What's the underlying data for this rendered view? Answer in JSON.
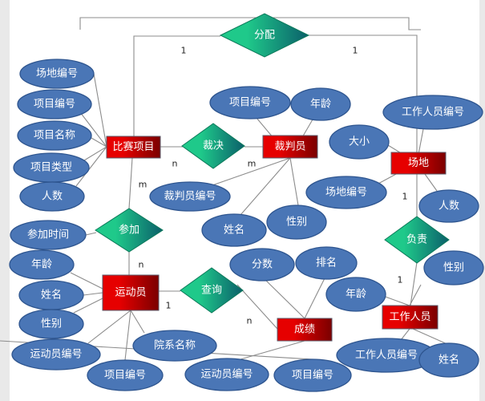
{
  "entities": {
    "event": "比赛项目",
    "referee": "裁判员",
    "venue": "场地",
    "athlete": "运动员",
    "score": "成绩",
    "staff": "工作人员"
  },
  "relationships": {
    "assign": "分配",
    "judge": "裁决",
    "join": "参加",
    "query": "查询",
    "responsible": "负责"
  },
  "attributes": {
    "event_venue_id": "场地编号",
    "event_id": "项目编号",
    "event_name": "项目名称",
    "event_type": "项目类型",
    "event_count": "人数",
    "referee_event_id": "项目编号",
    "referee_age": "年龄",
    "referee_id": "裁判员编号",
    "referee_name": "姓名",
    "referee_gender": "性别",
    "venue_staff_id": "工作人员编号",
    "venue_size": "大小",
    "venue_id": "场地编号",
    "venue_count": "人数",
    "join_time": "参加时间",
    "athlete_age": "年龄",
    "athlete_name": "姓名",
    "athlete_gender": "性别",
    "athlete_id": "运动员编号",
    "athlete_event_id": "项目编号",
    "athlete_dept": "院系名称",
    "score_points": "分数",
    "score_rank": "排名",
    "score_athlete_id": "运动员编号",
    "score_event_id": "项目编号",
    "staff_age": "年龄",
    "staff_gender": "性别",
    "staff_id": "工作人员编号",
    "staff_name": "姓名"
  },
  "cardinalities": [
    "1",
    "1",
    "n",
    "m",
    "m",
    "n",
    "1",
    "n",
    "1",
    "1"
  ],
  "colors": {
    "entity_light": "#e60000",
    "entity_dark": "#7a0000",
    "relationship_light": "#1fc98a",
    "relationship_dark": "#0b5f6a",
    "attribute_fill": "#4a76b6",
    "attribute_stroke": "#2e558f",
    "line": "#8c8c8c"
  }
}
